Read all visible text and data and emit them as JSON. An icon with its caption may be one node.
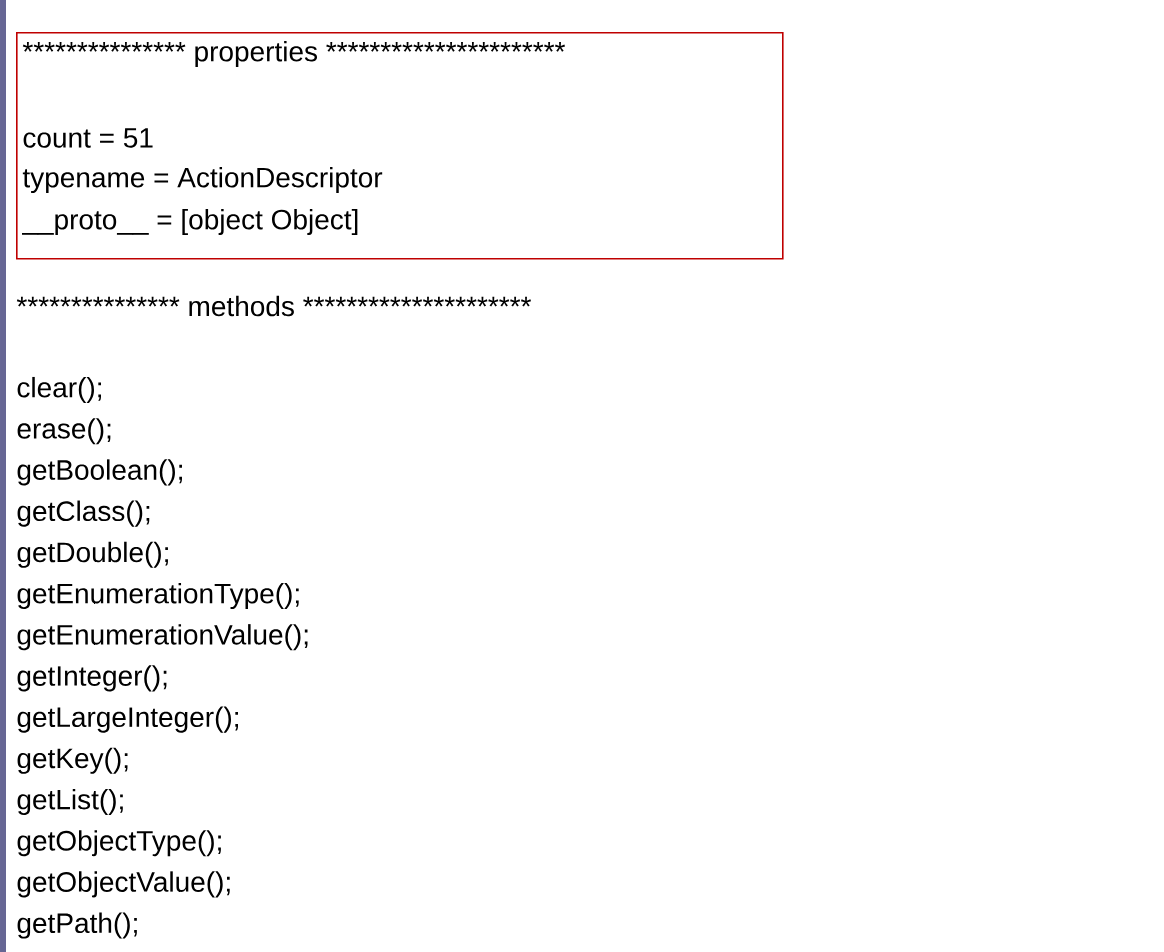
{
  "diagram": {
    "nodes": [
      {
        "text": [
          "*************** properties **********************",
          "count = 51",
          "typename = ActionDescriptor",
          "__proto__ = [object Object]"
        ]
      }
    ],
    "labels": [
      "*************** methods *********************",
      "clear();",
      "erase();",
      "getBoolean();",
      "getClass();",
      "getDouble();",
      "getEnumerationType();",
      "getEnumerationValue();",
      "getInteger();",
      "getLargeInteger();",
      "getKey();",
      "getList();",
      "getObjectType();",
      "getObjectValue();",
      "getPath();"
    ]
  }
}
